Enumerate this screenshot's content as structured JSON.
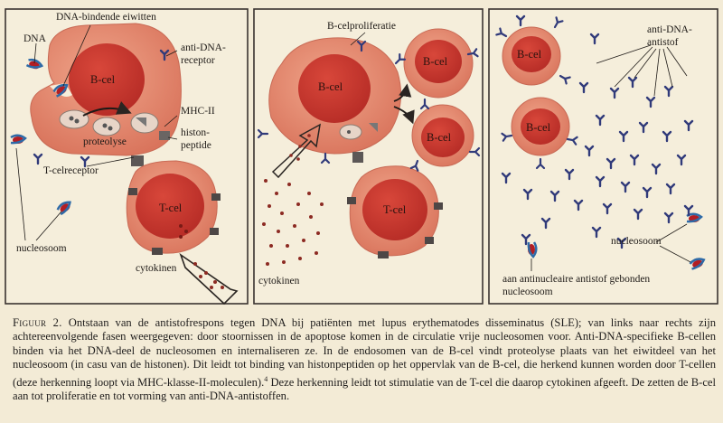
{
  "panels": {
    "left": {
      "cell_bcel": "B-cel",
      "cell_tcel": "T-cel",
      "label_dna": "DNA",
      "label_dna_binding_proteins": "DNA-bindende eiwitten",
      "label_anti_dna_receptor_1": "anti-DNA-",
      "label_anti_dna_receptor_2": "receptor",
      "label_mhc2": "MHC-II",
      "label_proteolysis": "proteolyse",
      "label_histone_1": "histon-",
      "label_histone_2": "peptide",
      "label_tcell_receptor": "T-celreceptor",
      "label_nucleosome": "nucleosoom",
      "label_cytokines": "cytokinen"
    },
    "middle": {
      "label_proliferation": "B-celproliferatie",
      "cell_bcel_main": "B-cel",
      "cell_bcel_daughter_1": "B-cel",
      "cell_bcel_daughter_2": "B-cel",
      "cell_tcel": "T-cel",
      "label_cytokines": "cytokinen"
    },
    "right": {
      "cell_bcel_1": "B-cel",
      "cell_bcel_2": "B-cel",
      "label_antibody_1": "anti-DNA-",
      "label_antibody_2": "antistof",
      "label_nucleosome": "nucleosoom",
      "label_bound_1": "aan antinucleaire antistof gebonden",
      "label_bound_2": "nucleosoom"
    }
  },
  "caption": {
    "label": "Figuur 2.",
    "text": "Ontstaan van de antistofrespons tegen DNA bij patiënten met lupus erythematodes disseminatus (SLE); van links naar rechts zijn achtereenvolgende fasen weergegeven: door stoornissen in de apoptose komen in de circulatie vrije nucleosomen voor. Anti-DNA-specifieke B-cellen binden via het DNA-deel de nucleosomen en internaliseren ze. In de endosomen van de B-cel vindt proteolyse plaats van het eiwitdeel van het nucleosoom (in casu van de histonen). Dit leidt tot binding van histonpeptiden op het oppervlak van de B-cel, die herkend kunnen worden door T-cellen (deze herkenning loopt via MHC-klasse-II-moleculen).",
    "footnote": "4",
    "text_end": " Deze herkenning leidt tot stimulatie van de T-cel die daarop cytokinen afgeeft. De zetten de B-cel aan tot proliferatie en tot vorming van anti-DNA-antistoffen."
  },
  "colors": {
    "background": "#f3ebd6",
    "cell_body": "#e28a70",
    "nucleus": "#c9362d",
    "antibody": "#303a7a",
    "dna_blue": "#2e6aa7",
    "histone_red": "#b21e24"
  }
}
